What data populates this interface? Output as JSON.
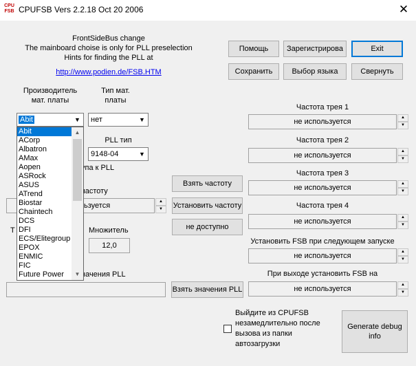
{
  "window": {
    "title": "CPUFSB  Vers 2.2.18  Oct 20 2006",
    "icon_text": [
      "CPU",
      "FSB"
    ],
    "close_glyph": "✕"
  },
  "info": {
    "line1": "FrontSideBus change",
    "line2": "The mainboard choise is only for PLL preselection",
    "line3": "Hints for finding the PLL at",
    "link": "http://www.podien.de/FSB.HTM"
  },
  "buttons": {
    "help": "Помощь",
    "register": "Зарегистрирова",
    "exit": "Exit",
    "save": "Сохранить",
    "language": "Выбор языка",
    "minimize": "Свернуть",
    "take_freq": "Взять частоту",
    "set_freq": "Установить частоту",
    "not_available": "не доступно",
    "take_pll": "Взять значения PLL",
    "debug": "Generate debug info"
  },
  "labels": {
    "manufacturer": [
      "Производитель",
      "мат. платы"
    ],
    "board_type": [
      "Тип мат.",
      "платы"
    ],
    "pll_type": "PLL тип",
    "access_partial": "упа к PLL",
    "freq_partial": "частоту",
    "multiplier_partial": "Т",
    "multiplier": "Множитель",
    "pll_values_partial": "начения PLL",
    "tray1": "Частота трея 1",
    "tray2": "Частота трея 2",
    "tray3": "Частота трея 3",
    "tray4": "Частота трея 4",
    "fsb_next_start": "Установить FSB при следующем запуске",
    "fsb_on_exit": "При выходе установить FSB на",
    "autostart_note": [
      "Выйдите из CPUFSB",
      "незамедлительно после",
      "вызова из папки",
      "автозагрузки"
    ]
  },
  "fields": {
    "manufacturer_value": "Abit",
    "board_type_value": "нет",
    "pll_type_value": "9148-04",
    "freq_value": "ьзуется",
    "multiplier_value": "12,0",
    "pll_values_value": "",
    "tray1_value": "не используется",
    "tray2_value": "не используется",
    "tray3_value": "не используется",
    "tray4_value": "не используется",
    "fsb_next_value": "не используется",
    "fsb_exit_value": "не используется"
  },
  "manufacturer_list": {
    "selected": "Abit",
    "items": [
      "Abit",
      "ACorp",
      "Albatron",
      "AMax",
      "Aopen",
      "ASRock",
      "ASUS",
      "ATrend",
      "Biostar",
      "Chaintech",
      "DCS",
      "DFI",
      "ECS/Elitegroup",
      "EPOX",
      "ENMIC",
      "FIC",
      "Future Power"
    ]
  },
  "checkbox": {
    "checked": false
  },
  "glyphs": {
    "spin_up": "▲",
    "spin_down": "▼",
    "combo_arrow": "▼"
  }
}
